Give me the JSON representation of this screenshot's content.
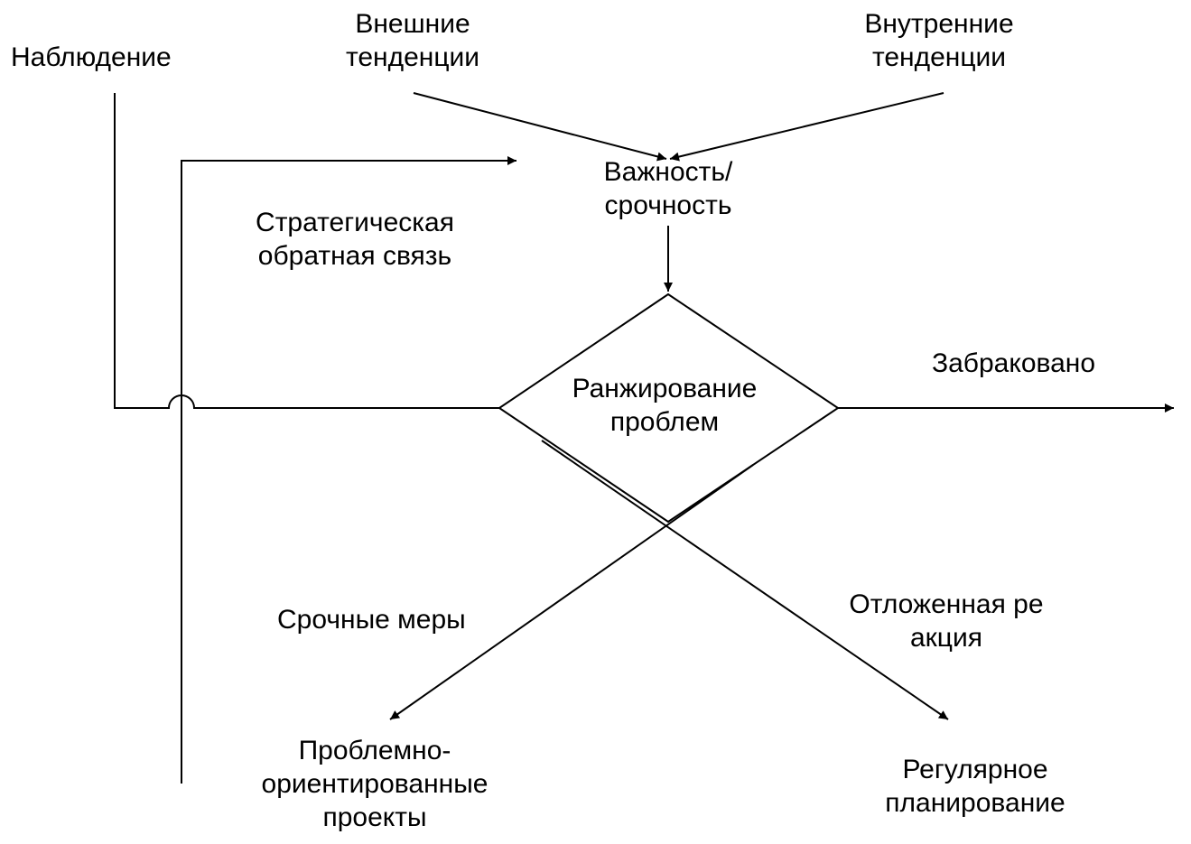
{
  "labels": {
    "observation": "Наблюдение",
    "external_trends": "Внешние\nтенденции",
    "internal_trends": "Внутренние\nтенденции",
    "importance_urgency": "Важность/\nсрочность",
    "strategic_feedback": "Стратегическая\nобратная связь",
    "problem_ranking": "Ранжирование\nпроблем",
    "rejected": "Забраковано",
    "urgent_measures": "Срочные меры",
    "deferred_reaction": "Отложенная ре\nакция",
    "problem_projects": "Проблемно-\nориентированные\nпроекты",
    "regular_planning": "Регулярное\nпланирование"
  },
  "colors": {
    "line": "#000000",
    "text": "#000000",
    "background": "#ffffff"
  }
}
